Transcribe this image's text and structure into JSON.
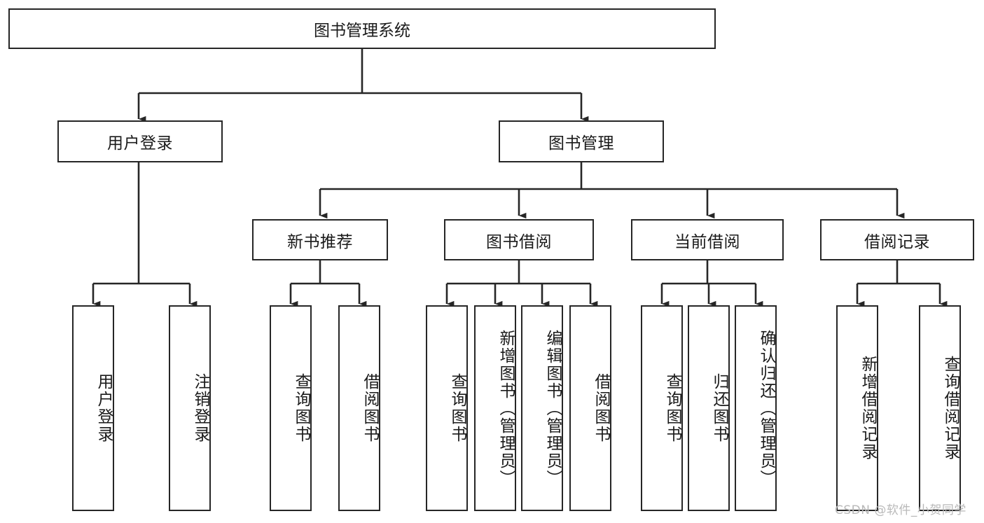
{
  "diagram": {
    "type": "tree-hierarchy",
    "title": "图书管理系统",
    "watermark": "CSDN @软件_小贺同学",
    "levels": {
      "root": {
        "label": "图书管理系统"
      },
      "level2": [
        {
          "id": "user-login",
          "label": "用户登录"
        },
        {
          "id": "book-management",
          "label": "图书管理"
        }
      ],
      "level3": [
        {
          "id": "new-book-recommend",
          "label": "新书推荐",
          "parent": "book-management"
        },
        {
          "id": "book-borrow",
          "label": "图书借阅",
          "parent": "book-management"
        },
        {
          "id": "current-borrow",
          "label": "当前借阅",
          "parent": "book-management"
        },
        {
          "id": "borrow-record",
          "label": "借阅记录",
          "parent": "book-management"
        }
      ],
      "leaves": [
        {
          "id": "leaf-user-login",
          "label": "用户登录",
          "parent": "user-login"
        },
        {
          "id": "leaf-logout",
          "label": "注销登录",
          "parent": "user-login"
        },
        {
          "id": "leaf-query-book-1",
          "label": "查询图书",
          "parent": "new-book-recommend"
        },
        {
          "id": "leaf-borrow-book-1",
          "label": "借阅图书",
          "parent": "new-book-recommend"
        },
        {
          "id": "leaf-query-book-2",
          "label": "查询图书",
          "parent": "book-borrow"
        },
        {
          "id": "leaf-add-book",
          "label": "新增图书（管理员）",
          "parent": "book-borrow"
        },
        {
          "id": "leaf-edit-book",
          "label": "编辑图书（管理员）",
          "parent": "book-borrow"
        },
        {
          "id": "leaf-borrow-book-2",
          "label": "借阅图书",
          "parent": "book-borrow"
        },
        {
          "id": "leaf-query-book-3",
          "label": "查询图书",
          "parent": "current-borrow"
        },
        {
          "id": "leaf-return-book",
          "label": "归还图书",
          "parent": "current-borrow"
        },
        {
          "id": "leaf-confirm-return",
          "label": "确认归还（管理员）",
          "parent": "current-borrow"
        },
        {
          "id": "leaf-add-record",
          "label": "新增借阅记录",
          "parent": "borrow-record"
        },
        {
          "id": "leaf-query-record",
          "label": "查询借阅记录",
          "parent": "borrow-record"
        }
      ]
    },
    "colors": {
      "stroke": "#262626",
      "background": "#ffffff",
      "text": "#1a1a1a",
      "watermark": "#b9b9b9"
    }
  }
}
